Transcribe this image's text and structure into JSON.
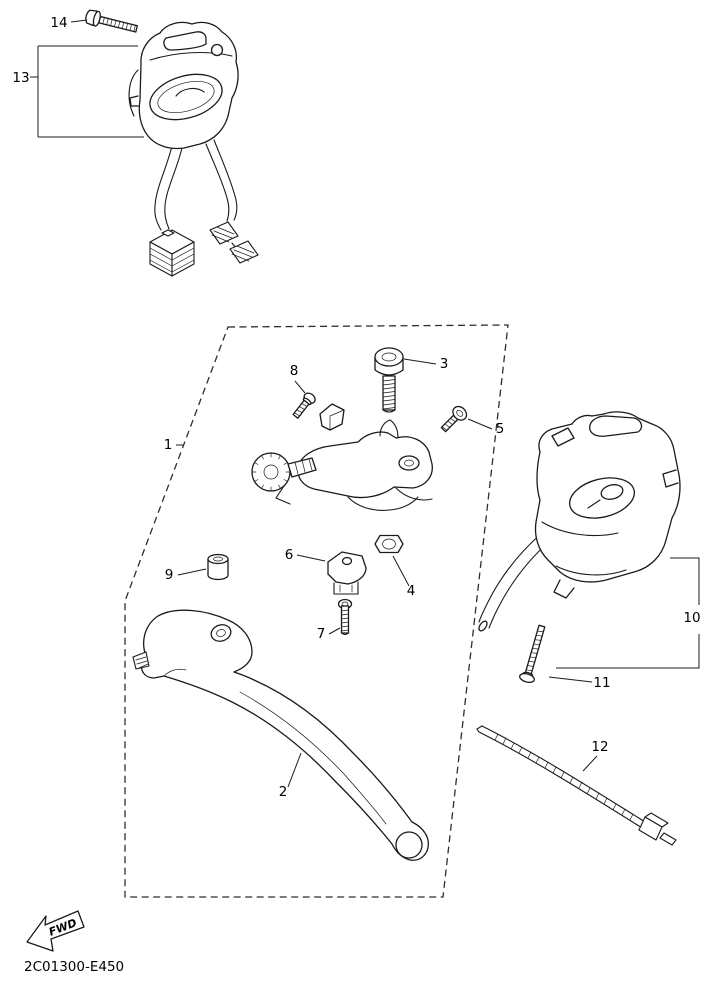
{
  "diagram": {
    "code": "2C01300-E450",
    "fwd_label": "FWD",
    "callouts": {
      "1": "1",
      "2": "2",
      "3": "3",
      "4": "4",
      "5": "5",
      "6": "6",
      "7": "7",
      "8": "8",
      "9": "9",
      "10": "10",
      "11": "11",
      "12": "12",
      "13": "13",
      "14": "14"
    }
  }
}
